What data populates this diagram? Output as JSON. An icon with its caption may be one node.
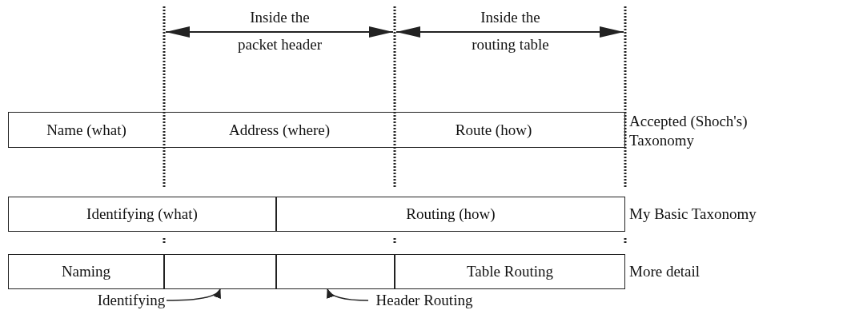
{
  "diagram": {
    "nodes": [
      {
        "text": [
          "Name (what)"
        ]
      },
      {
        "text": [
          "Address (where)"
        ]
      },
      {
        "text": [
          "Route (how)"
        ]
      },
      {
        "text": [
          "Identifying (what)"
        ]
      },
      {
        "text": [
          "Routing (how)"
        ]
      },
      {
        "text": [
          "Naming"
        ]
      },
      {
        "text": [],
        "shape": "box"
      },
      {
        "text": [],
        "shape": "box"
      },
      {
        "text": [
          "Table Routing"
        ]
      },
      {
        "text": [
          "Identifying"
        ]
      },
      {
        "text": [
          "Header Routing"
        ]
      }
    ],
    "edges": [
      {
        "from": 9,
        "to": 6,
        "arrow": "to"
      },
      {
        "from": 10,
        "to": 7,
        "arrow": "to"
      }
    ],
    "labels": [
      "Inside the packet header",
      "Inside the routing table",
      "Accepted (Shoch's) Taxonomy",
      "My Basic Taxonomy",
      "More detail"
    ]
  }
}
